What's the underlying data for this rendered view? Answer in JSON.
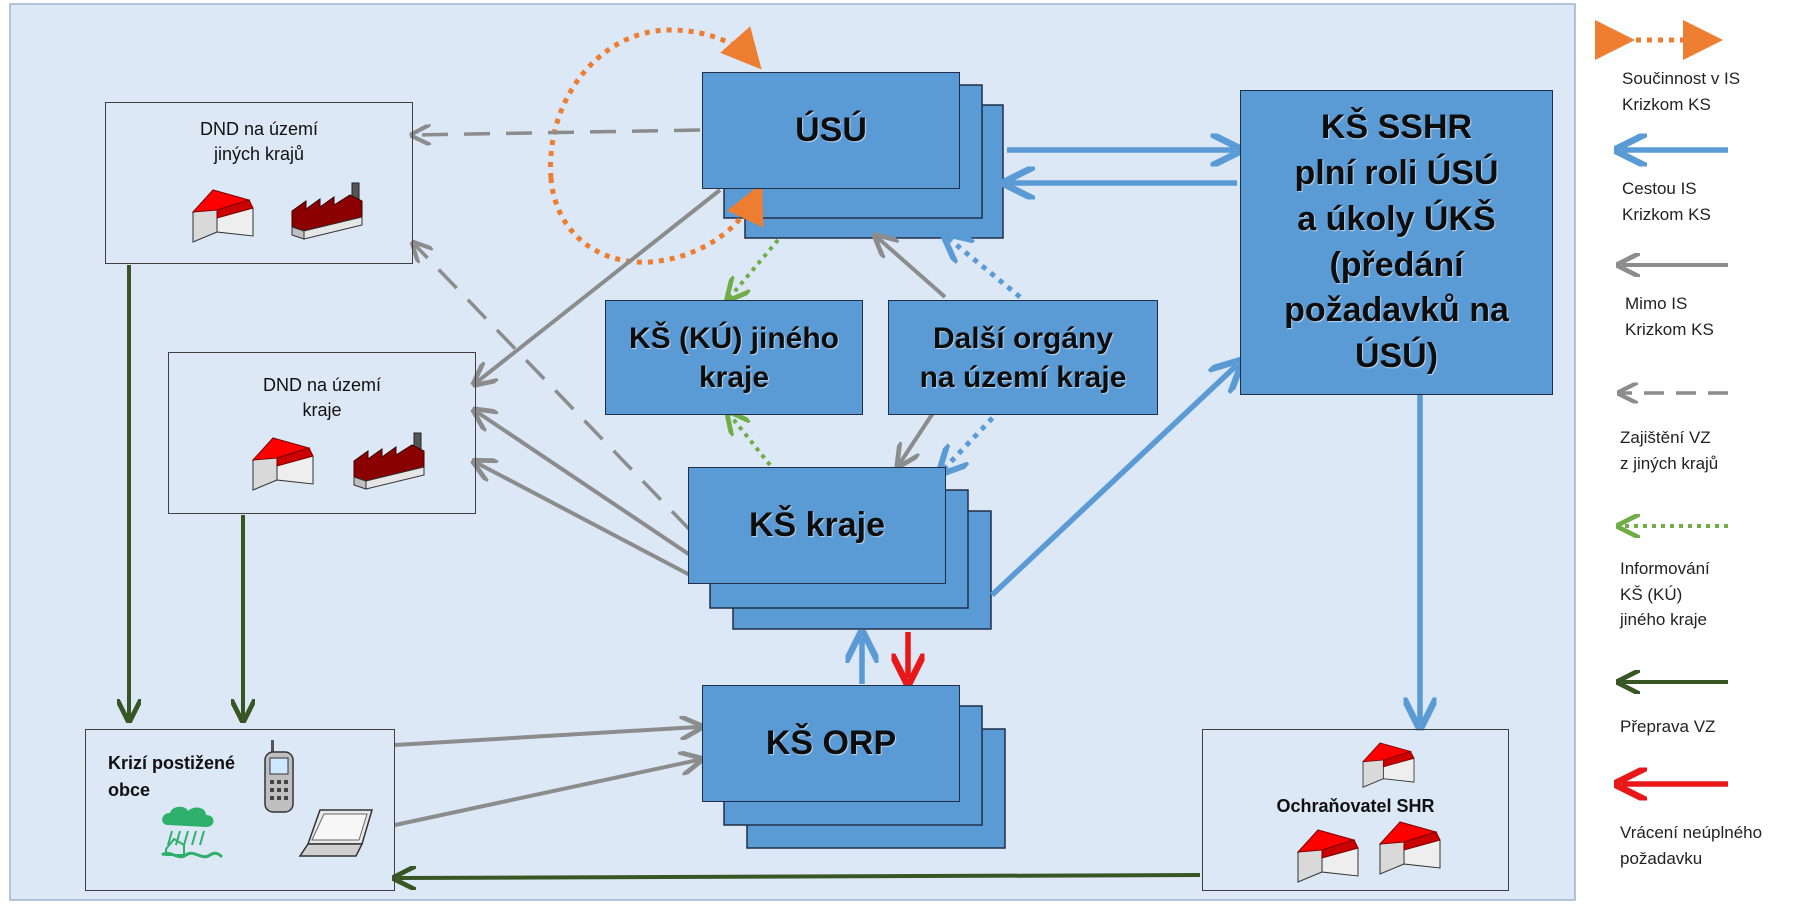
{
  "nodes": {
    "usu": "ÚSÚ",
    "ks_sshr": "KŠ SSHR\nplní roli ÚSÚ\na úkoly ÚKŠ\n(předání\npožadavků na\nÚSÚ)",
    "ks_ku_jineho_kraje": "KŠ (KÚ) jiného\nkraje",
    "dalsi_organy": "Další orgány\nna území kraje",
    "ks_kraje": "KŠ kraje",
    "ks_orp": "KŠ ORP",
    "dnd_jinych_kraju": "DND na území\njiných krajů",
    "dnd_kraje": "DND na území\nkraje",
    "krizi_postizene_obce": "Krizí postižené\nobce",
    "ochranovatel_shr": "Ochraňovatel SHR"
  },
  "legend": [
    {
      "label": "Součinnost v IS\nKrizkom KS",
      "color": "#ed7d31",
      "style": "dotted-double"
    },
    {
      "label": "Cestou IS\nKrizkom KS",
      "color": "#5b9bd5",
      "style": "solid"
    },
    {
      "label": "Mimo IS\nKrizkom KS",
      "color": "#8c8c8c",
      "style": "solid"
    },
    {
      "label": "Zajištění VZ\nz jiných krajů",
      "color": "#8c8c8c",
      "style": "dashed"
    },
    {
      "label": "Informování\nKŠ (KÚ)\njiného kraje",
      "color": "#70ad47",
      "style": "dotted"
    },
    {
      "label": "Přeprava VZ",
      "color": "#375623",
      "style": "solid"
    },
    {
      "label": "Vrácení neúplného\npožadavku",
      "color": "#e81818",
      "style": "solid"
    }
  ],
  "colors": {
    "background": "#dce8f5",
    "box_fill": "#5b9bd5",
    "orange": "#ed7d31",
    "blue": "#5b9bd5",
    "gray": "#8c8c8c",
    "green_dotted": "#70ad47",
    "dark_green": "#375623",
    "red": "#e81818"
  },
  "icons": [
    "house-icon",
    "factory-icon",
    "mobile-phone-icon",
    "laptop-icon",
    "flood-icon"
  ]
}
